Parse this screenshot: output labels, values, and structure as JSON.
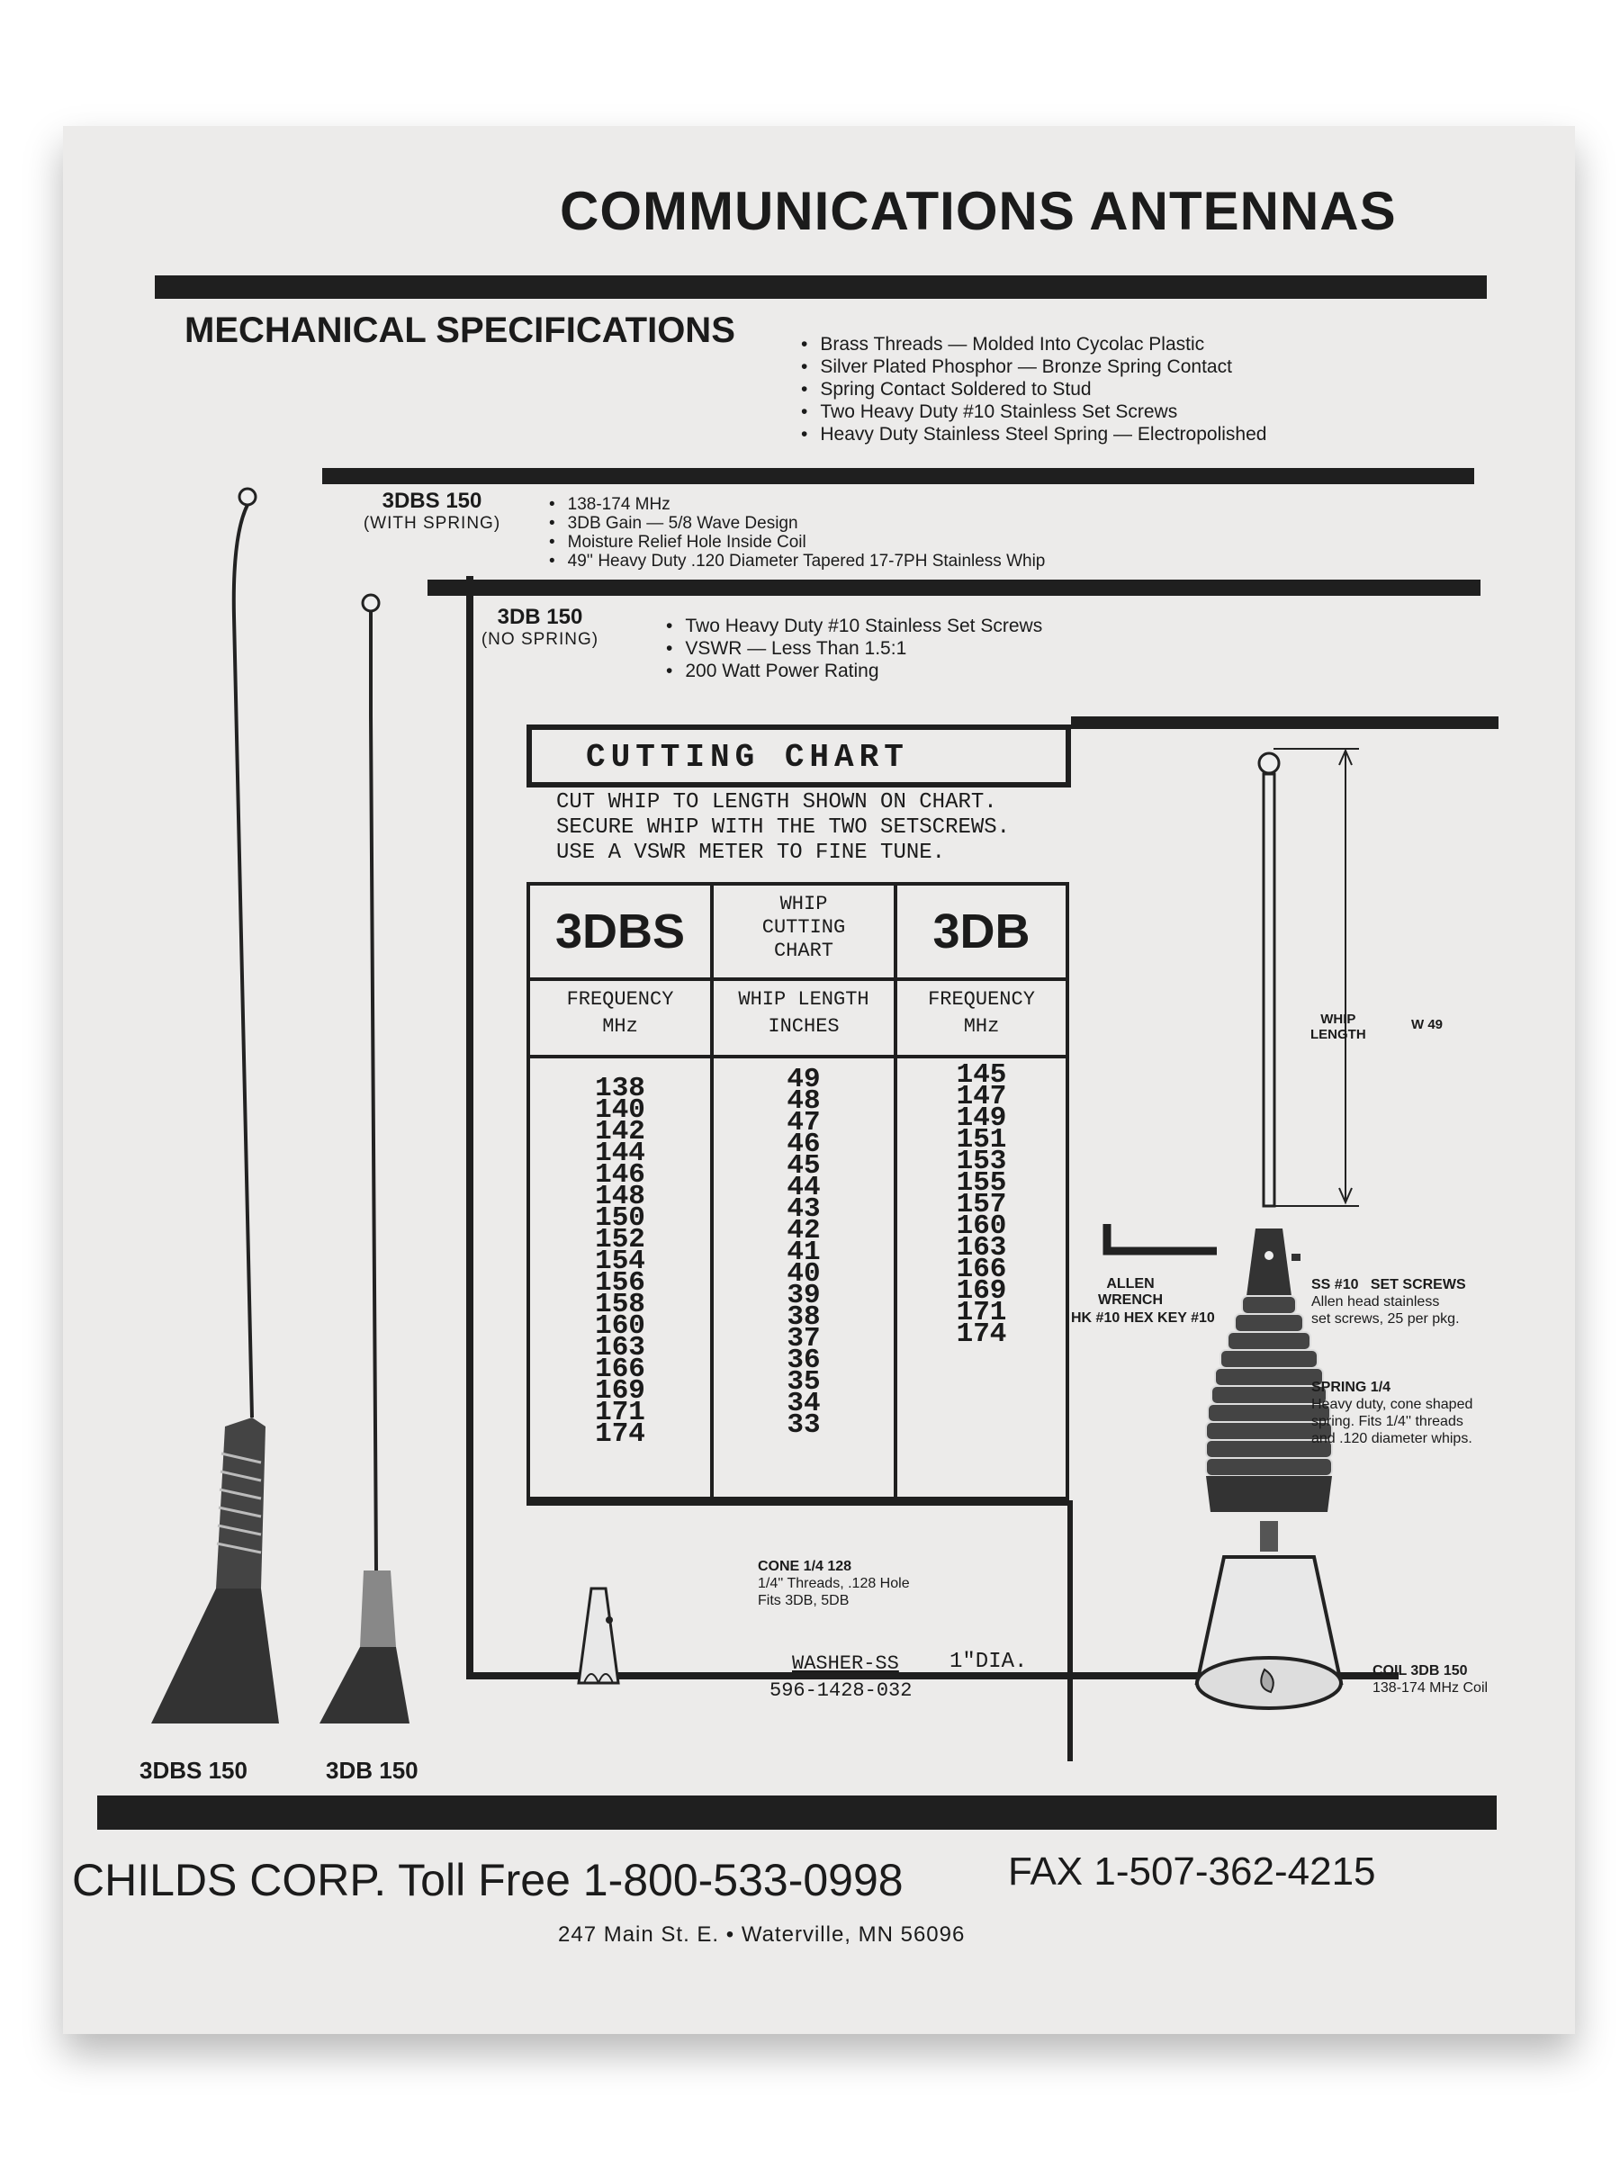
{
  "header": {
    "title": "COMMUNICATIONS ANTENNAS",
    "section": "MECHANICAL SPECIFICATIONS",
    "mech_specs": [
      "Brass Threads — Molded Into Cycolac Plastic",
      "Silver Plated Phosphor — Bronze Spring Contact",
      "Spring Contact Soldered to Stud",
      "Two Heavy Duty #10 Stainless Set Screws",
      "Heavy Duty Stainless Steel Spring — Electropolished"
    ]
  },
  "model_3dbs": {
    "name": "3DBS 150",
    "sub": "(WITH SPRING)",
    "specs": [
      "138-174 MHz",
      "3DB Gain — 5/8 Wave Design",
      "Moisture Relief Hole Inside Coil",
      "49'' Heavy Duty .120 Diameter Tapered 17-7PH Stainless Whip"
    ]
  },
  "model_3db": {
    "name": "3DB 150",
    "sub": "(NO SPRING)",
    "specs": [
      "Two Heavy Duty #10 Stainless Set Screws",
      "VSWR — Less Than 1.5:1",
      "200 Watt Power Rating"
    ]
  },
  "cutting_chart": {
    "title": "CUTTING CHART",
    "instructions": [
      "CUT WHIP TO LENGTH SHOWN ON CHART.",
      "SECURE WHIP WITH THE TWO SETSCREWS.",
      "USE A VSWR METER TO FINE TUNE."
    ],
    "left_model": "3DBS",
    "center_title": [
      "WHIP",
      "CUTTING",
      "CHART"
    ],
    "right_model": "3DB",
    "col_freq_label": [
      "FREQUENCY",
      "MHz"
    ],
    "col_length_label": [
      "WHIP LENGTH",
      "INCHES"
    ],
    "freq_3dbs": [
      "138",
      "140",
      "142",
      "144",
      "146",
      "148",
      "150",
      "152",
      "154",
      "156",
      "158",
      "160",
      "163",
      "166",
      "169",
      "171",
      "174"
    ],
    "whip_inches": [
      "49",
      "48",
      "47",
      "46",
      "45",
      "44",
      "43",
      "42",
      "41",
      "40",
      "39",
      "38",
      "37",
      "36",
      "35",
      "34",
      "33"
    ],
    "freq_3db": [
      "145",
      "147",
      "149",
      "151",
      "153",
      "155",
      "157",
      "160",
      "163",
      "166",
      "169",
      "171",
      "174"
    ]
  },
  "parts": {
    "cone": {
      "name": "CONE 1/4 128",
      "desc": [
        "1/4'' Threads, .128 Hole",
        "Fits 3DB, 5DB"
      ]
    },
    "washer": {
      "name": "WASHER-SS",
      "size": "1\"DIA.",
      "part": "596-1428-032"
    },
    "whip_length": {
      "label": [
        "WHIP",
        "LENGTH"
      ],
      "code": "W 49"
    },
    "allen": {
      "label": [
        "ALLEN",
        "WRENCH"
      ],
      "code": "HK #10 HEX KEY #10"
    },
    "set_screws": {
      "name": "SS #10",
      "title": "SET SCREWS",
      "desc": [
        "Allen head stainless",
        "set screws, 25 per pkg."
      ]
    },
    "spring": {
      "name": "SPRING 1/4",
      "desc": [
        "Heavy duty, cone shaped",
        "spring. Fits 1/4'' threads",
        "and .120 diameter whips."
      ]
    },
    "coil": {
      "name": "COIL 3DB 150",
      "desc": "138-174 MHz Coil"
    }
  },
  "captions": {
    "left": "3DBS 150",
    "right": "3DB 150"
  },
  "footer": {
    "company": "CHILDS CORP. Toll Free 1-800-533-0998",
    "fax": "FAX 1-507-362-4215",
    "address": "247 Main St. E. • Waterville, MN 56096"
  }
}
